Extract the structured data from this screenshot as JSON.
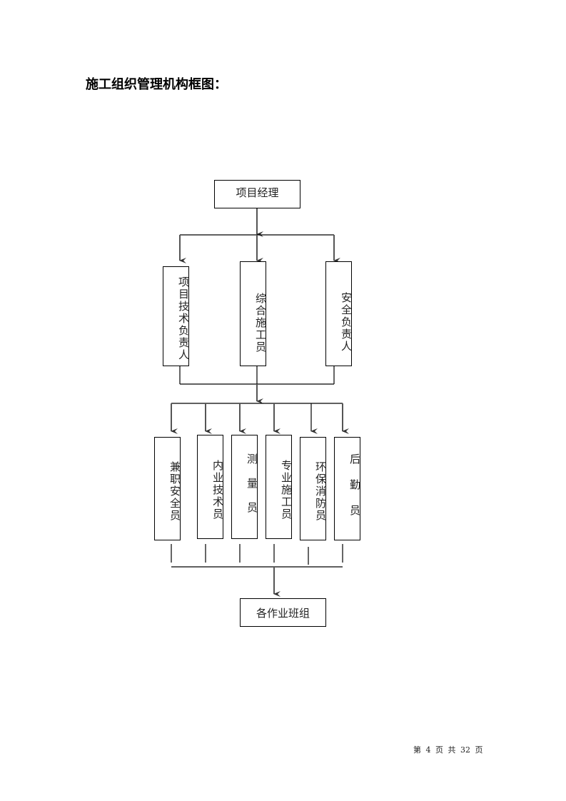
{
  "page": {
    "title": "施工组织管理机构框图：",
    "footer": "第 4 页 共 32 页"
  },
  "org_chart": {
    "root": {
      "label": "项目经理"
    },
    "level2": [
      {
        "label": "项目技术负责人"
      },
      {
        "label": "综合施工员"
      },
      {
        "label": "安全负责人"
      }
    ],
    "level3": [
      {
        "label": "兼职安全员"
      },
      {
        "label": "内业技术员"
      },
      {
        "label": "测量员"
      },
      {
        "label": "专业施工员"
      },
      {
        "label": "环保消防员"
      },
      {
        "label": "后勤员"
      }
    ],
    "bottom": {
      "label": "各作业班组"
    }
  }
}
